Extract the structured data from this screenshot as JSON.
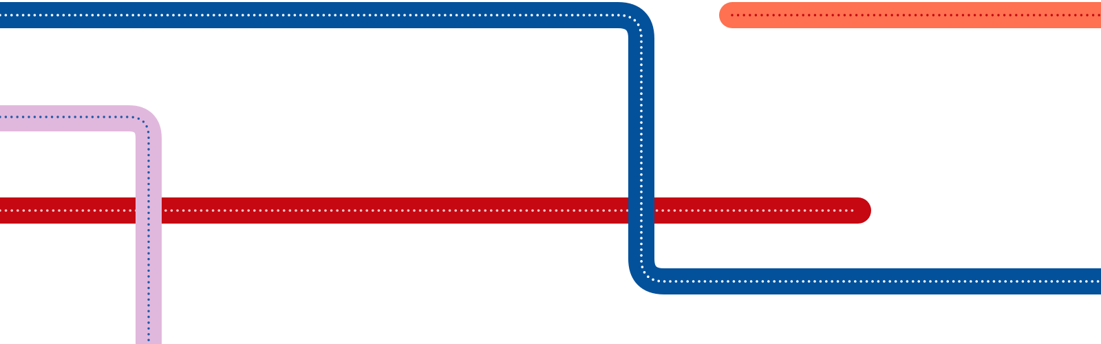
{
  "colors": {
    "background": "#ffffff",
    "blue_line": "#04519b",
    "blue_line_dots": "#ffffff",
    "orange_line": "#ff7150",
    "orange_line_dots": "#c50812",
    "pink_line": "#e1b8dd",
    "pink_line_dots": "#1f5aa6",
    "red_line": "#c50812",
    "red_line_dots": "#f4c7c9"
  },
  "lines": [
    {
      "id": "blue",
      "line_style": "dotted-center",
      "color_key": "blue_line",
      "dots_key": "blue_line_dots"
    },
    {
      "id": "orange",
      "line_style": "dotted-center",
      "color_key": "orange_line",
      "dots_key": "orange_line_dots"
    },
    {
      "id": "pink",
      "line_style": "dotted-center",
      "color_key": "pink_line",
      "dots_key": "pink_line_dots"
    },
    {
      "id": "red",
      "line_style": "dotted-center",
      "color_key": "red_line",
      "dots_key": "red_line_dots"
    }
  ]
}
